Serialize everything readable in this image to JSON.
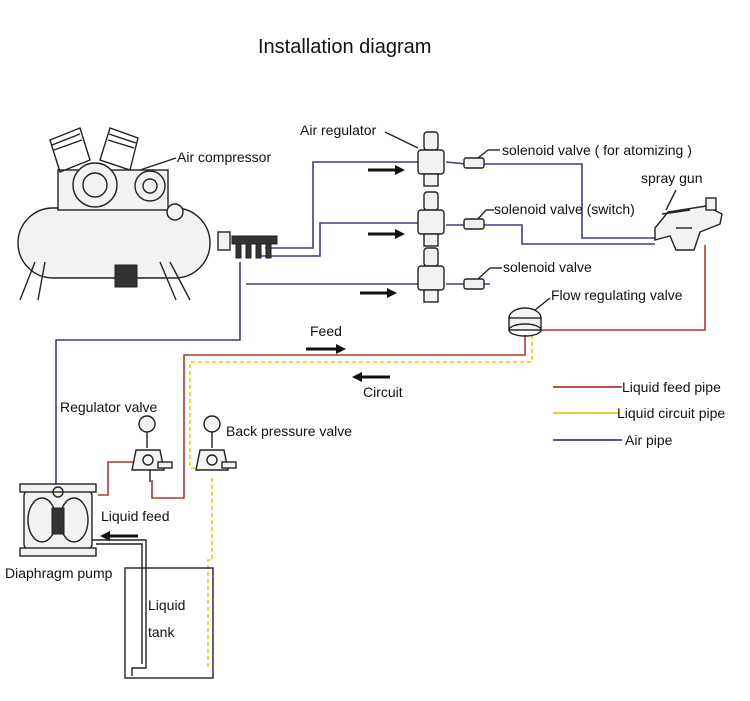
{
  "title": "Installation diagram",
  "colors": {
    "liquid_feed": "#b03a2e",
    "liquid_circuit": "#f0c419",
    "air": "#3a3f8f",
    "equipment": "#222222"
  },
  "labels": {
    "air_compressor": "Air compressor",
    "air_regulator": "Air regulator",
    "solenoid_atomizing": "solenoid valve ( for atomizing )",
    "solenoid_switch": "solenoid valve (switch)",
    "solenoid_valve": "solenoid valve",
    "spray_gun": "spray gun",
    "flow_regulating_valve": "Flow regulating valve",
    "feed": "Feed",
    "circuit": "Circuit",
    "regulator_valve": "Regulator valve",
    "back_pressure_valve": "Back pressure valve",
    "liquid_feed": "Liquid feed",
    "diaphragm_pump": "Diaphragm pump",
    "liquid_line1": "Liquid",
    "liquid_line2": "tank"
  },
  "legend": [
    {
      "label": "Liquid feed pipe",
      "color": "#b03a2e"
    },
    {
      "label": "Liquid circuit pipe",
      "color": "#f0c419"
    },
    {
      "label": "Air pipe",
      "color": "#3a3f8f"
    }
  ]
}
